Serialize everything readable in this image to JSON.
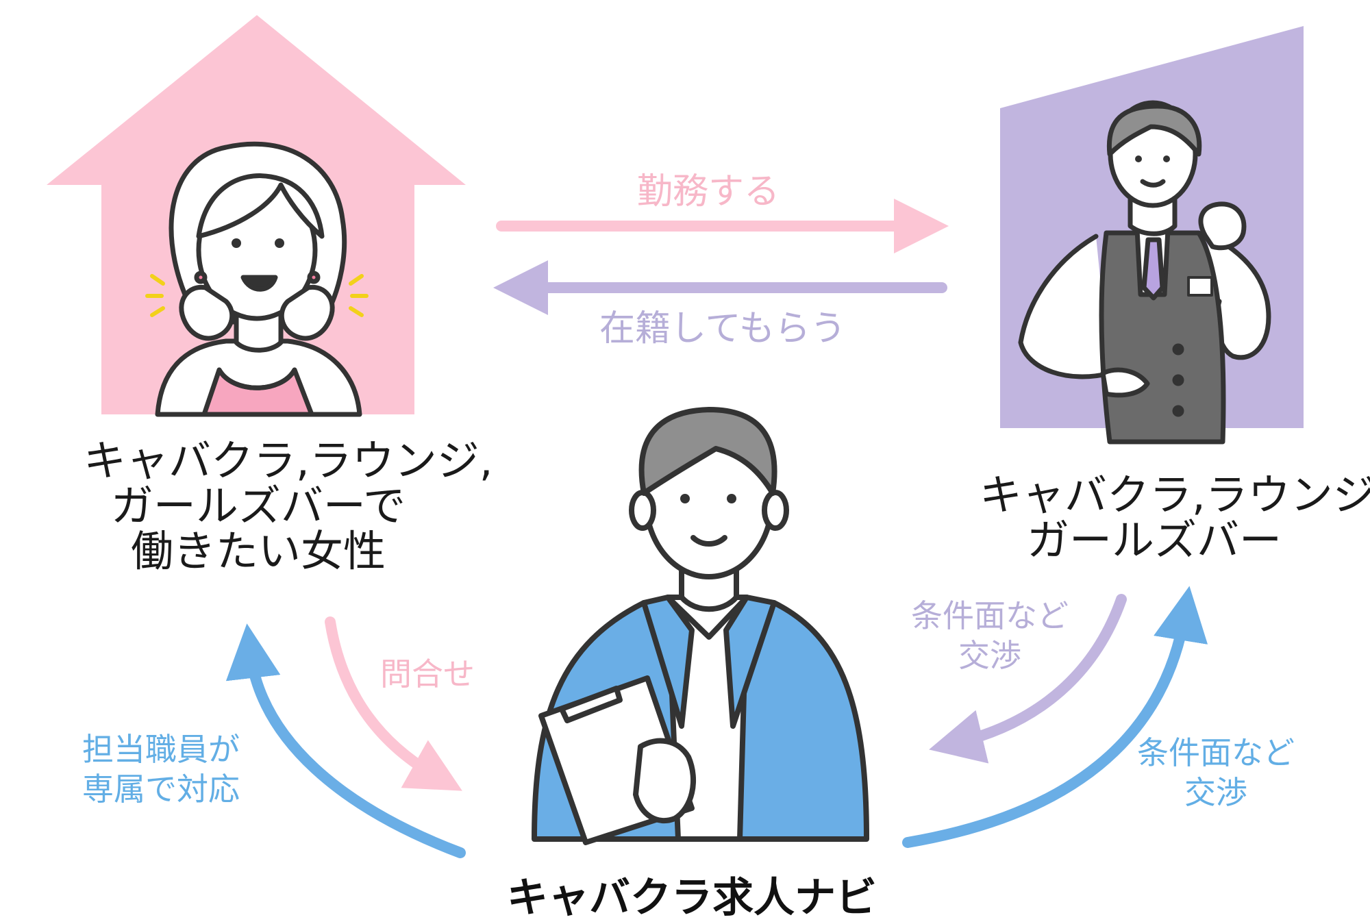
{
  "colors": {
    "pink": "#fcc5d4",
    "pink_text": "#f7b7c8",
    "purple": "#c1b5df",
    "purple_text": "#b6aed8",
    "blue": "#6aaee6",
    "blue_text": "#62aee5",
    "suit_blue": "#6aaee6",
    "vest_gray": "#6b6b6b",
    "hair_gray": "#8f8f8f"
  },
  "nodes": {
    "women": [
      "キャバクラ,ラウンジ,",
      "ガールズバーで",
      "働きたい女性"
    ],
    "stores": [
      "キャバクラ,ラウンジ,",
      "ガールズバー"
    ],
    "service": "キャバクラ求人ナビ"
  },
  "arrows": {
    "work": "勤務する",
    "enroll": "在籍してもらう",
    "inquiry": "問合せ",
    "support": [
      "担当職員が",
      "専属で対応"
    ],
    "negotiate_purple": [
      "条件面など",
      "交渉"
    ],
    "negotiate_blue": [
      "条件面など",
      "交渉"
    ]
  },
  "icons": [
    "house-icon",
    "building-icon",
    "woman-illustration",
    "manager-illustration",
    "recruiter-illustration"
  ]
}
